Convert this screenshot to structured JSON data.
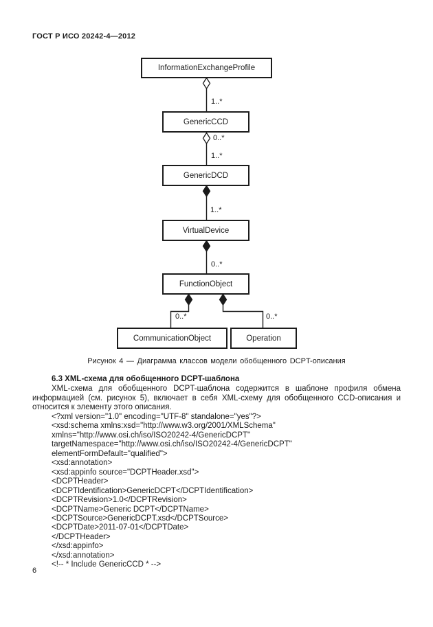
{
  "page": {
    "header": "ГОСТ Р ИСО 20242-4—2012",
    "page_number": "6"
  },
  "diagram": {
    "nodes": {
      "iep": "InformationExchangeProfile",
      "generic_ccd": "GenericCCD",
      "generic_dcd": "GenericDCD",
      "virtual_device": "VirtualDevice",
      "function_object": "FunctionObject",
      "communication_object": "CommunicationObject",
      "operation": "Operation"
    },
    "multiplicities": {
      "iep_ccd": "1..*",
      "ccd_diamond": "0..*",
      "ccd_dcd": "1..*",
      "dcd_vd": "1..*",
      "vd_fo": "0..*",
      "fo_co": "0..*",
      "fo_op": "0..*"
    },
    "caption": "Рисунок 4 — Диаграмма классов модели обобщенного DCPT-описания"
  },
  "section": {
    "heading": "6.3 XML-схема для обобщенного DCPT-шаблона",
    "paragraph": "XML-схема для обобщенного DCPT-шаблона содержится в шаблоне профиля обмена информацией (см. рисунок 5), включает в себя XML-схему для обобщенного CCD-описания и относится к элементу этого описания."
  },
  "code": {
    "lines": [
      "<?xml version=\"1.0\" encoding=\"UTF-8\" standalone=\"yes\"?>",
      "<xsd:schema xmlns:xsd=\"http://www.w3.org/2001/XMLSchema\"",
      "xmlns=\"http://www.osi.ch/iso/ISO20242-4/GenericDCPT\"",
      "targetNamespace=\"http://www.osi.ch/iso/ISO20242-4/GenericDCPT\"",
      "elementFormDefault=\"qualified\">",
      "<xsd:annotation>",
      "<xsd:appinfo source=\"DCPTHeader.xsd\">",
      "<DCPTHeader>",
      "<DCPTIdentification>GenericDCPT</DCPTIdentification>",
      "<DCPTRevision>1.0</DCPTRevision>",
      "<DCPTName>Generic DCPT</DCPTName>",
      "<DCPTSource>GenericDCPT.xsd</DCPTSource>",
      "<DCPTDate>2011-07-01</DCPTDate>",
      "</DCPTHeader>",
      "</xsd:appinfo>",
      "</xsd:annotation>",
      "<!-- * Include GenericCCD * -->"
    ]
  },
  "colors": {
    "text": "#1b1b1b",
    "background": "#ffffff",
    "line": "#1b1b1b"
  }
}
